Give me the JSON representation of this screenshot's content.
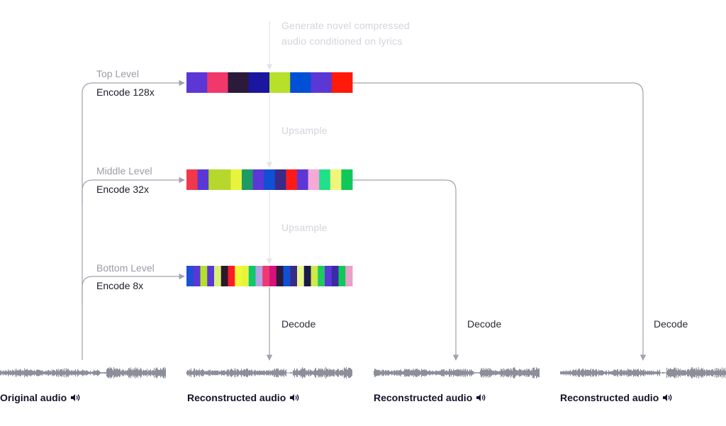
{
  "generate_text": [
    "Generate novel compressed",
    "audio conditioned on lyrics"
  ],
  "upsample_label": "Upsample",
  "decode_label": "Decode",
  "levels": [
    {
      "name": "Top Level",
      "encode": "Encode 128x",
      "colors": [
        "#5b37d6",
        "#f0386b",
        "#2b1a3a",
        "#1a16a0",
        "#b6e02a",
        "#0050d6",
        "#5b37d6",
        "#ff1a0a"
      ]
    },
    {
      "name": "Middle Level",
      "encode": "Encode 32x",
      "colors": [
        "#f0384a",
        "#5b37d6",
        "#b6d82c",
        "#b6d82c",
        "#e8f43c",
        "#1e9a64",
        "#5b37d6",
        "#1050d6",
        "#3a2a8a",
        "#ff1a1a",
        "#5b37d6",
        "#f6a8d8",
        "#20e08a",
        "#f0f67a",
        "#10c85a"
      ]
    },
    {
      "name": "Bottom Level",
      "encode": "Encode 8x",
      "colors": [
        "#1e50d6",
        "#5b37d6",
        "#b6e02a",
        "#5b37d6",
        "#d8f07a",
        "#2b1a2a",
        "#ff1a2a",
        "#f0f838",
        "#e8f43c",
        "#10c86a",
        "#b6a0e8",
        "#f03870",
        "#d8107a",
        "#2b1a3a",
        "#1050d6",
        "#3a2a8a",
        "#e8f88a",
        "#1a1a4a",
        "#d0e84a",
        "#20c860",
        "#5b37d6",
        "#3a2aa8",
        "#10c85a",
        "#e8a0c8"
      ]
    }
  ],
  "captions": {
    "original": "Original audio",
    "reconstructed": "Reconstructed audio"
  },
  "colors": {
    "line": "#a0a2ac",
    "waveform": "#8c8e9a"
  }
}
